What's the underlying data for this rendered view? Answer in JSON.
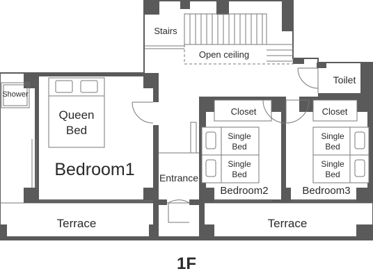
{
  "floor_label": "1F",
  "rooms": {
    "shower": "Shower",
    "stairs": "Stairs",
    "open_ceiling": "Open ceiling",
    "toilet": "Toilet",
    "queen_bed_line1": "Queen",
    "queen_bed_line2": "Bed",
    "bedroom1": "Bedroom1",
    "entrance": "Entrance",
    "closet_2": "Closet",
    "closet_3": "Closet",
    "bedroom2": "Bedroom2",
    "bedroom3": "Bedroom3",
    "terrace_left": "Terrace",
    "terrace_right": "Terrace"
  },
  "beds": {
    "single_line1": "Single",
    "single_line2": "Bed"
  }
}
